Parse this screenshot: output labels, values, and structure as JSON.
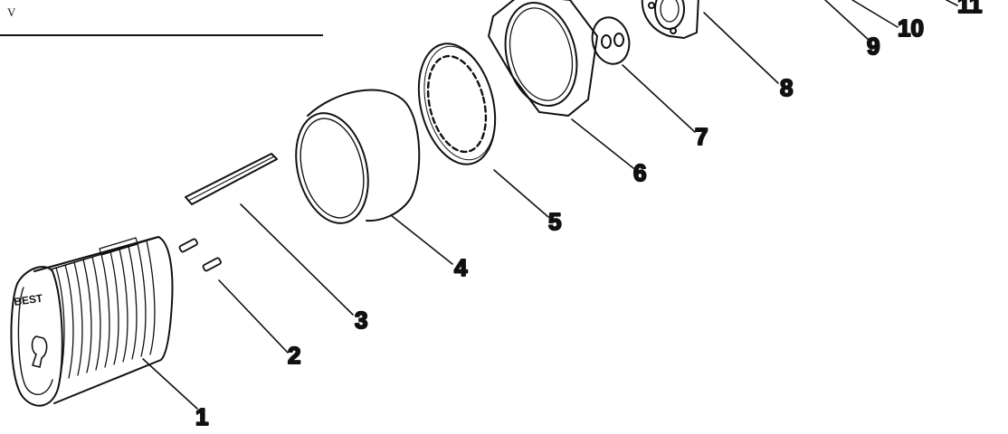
{
  "header": {
    "letter": "V"
  },
  "diagram": {
    "brand_mark": "BEST",
    "callouts": [
      "1",
      "2",
      "3",
      "4",
      "5",
      "6",
      "7",
      "8",
      "9",
      "10",
      "11"
    ]
  }
}
